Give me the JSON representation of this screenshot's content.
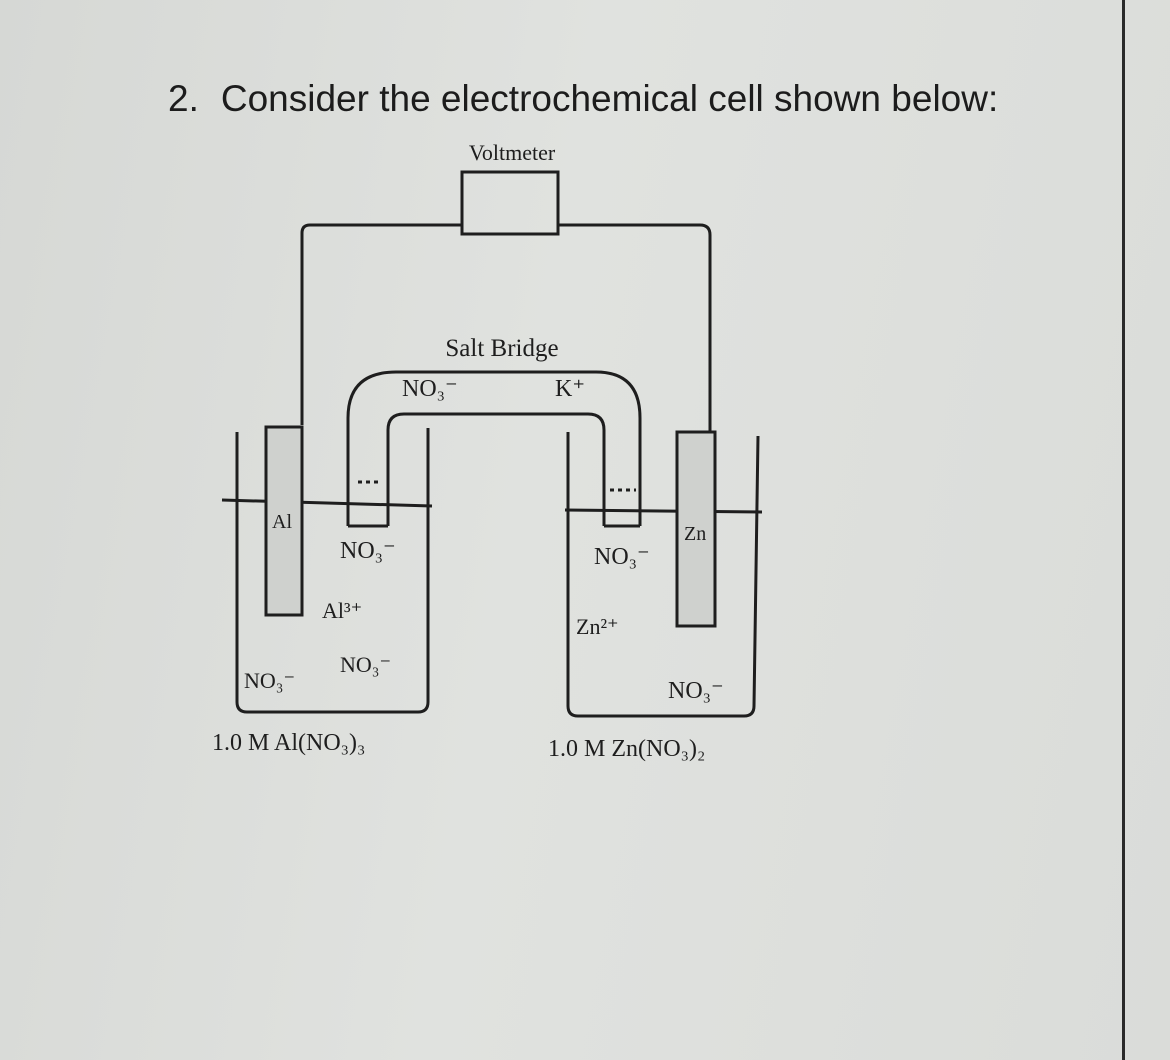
{
  "question": {
    "number": "2.",
    "text": "Consider the electrochemical cell shown below:"
  },
  "diagram": {
    "voltmeter_label": "Voltmeter",
    "salt_bridge": {
      "label": "Salt Bridge",
      "anion": "NO₃⁻",
      "cation": "K⁺"
    },
    "left_cell": {
      "electrode": "Al",
      "ions": [
        "NO₃⁻",
        "Al³⁺",
        "NO₃⁻",
        "NO₃⁻"
      ],
      "solution": "1.0 M Al(NO₃)₃"
    },
    "right_cell": {
      "electrode": "Zn",
      "ions": [
        "NO₃⁻",
        "Zn²⁺",
        "NO₃⁻"
      ],
      "solution": "1.0 M Zn(NO₃)₂"
    }
  },
  "colors": {
    "ink": "#1e1e1e",
    "paper": "#dcdedb",
    "electrode_fill": "#cfd1ce"
  }
}
